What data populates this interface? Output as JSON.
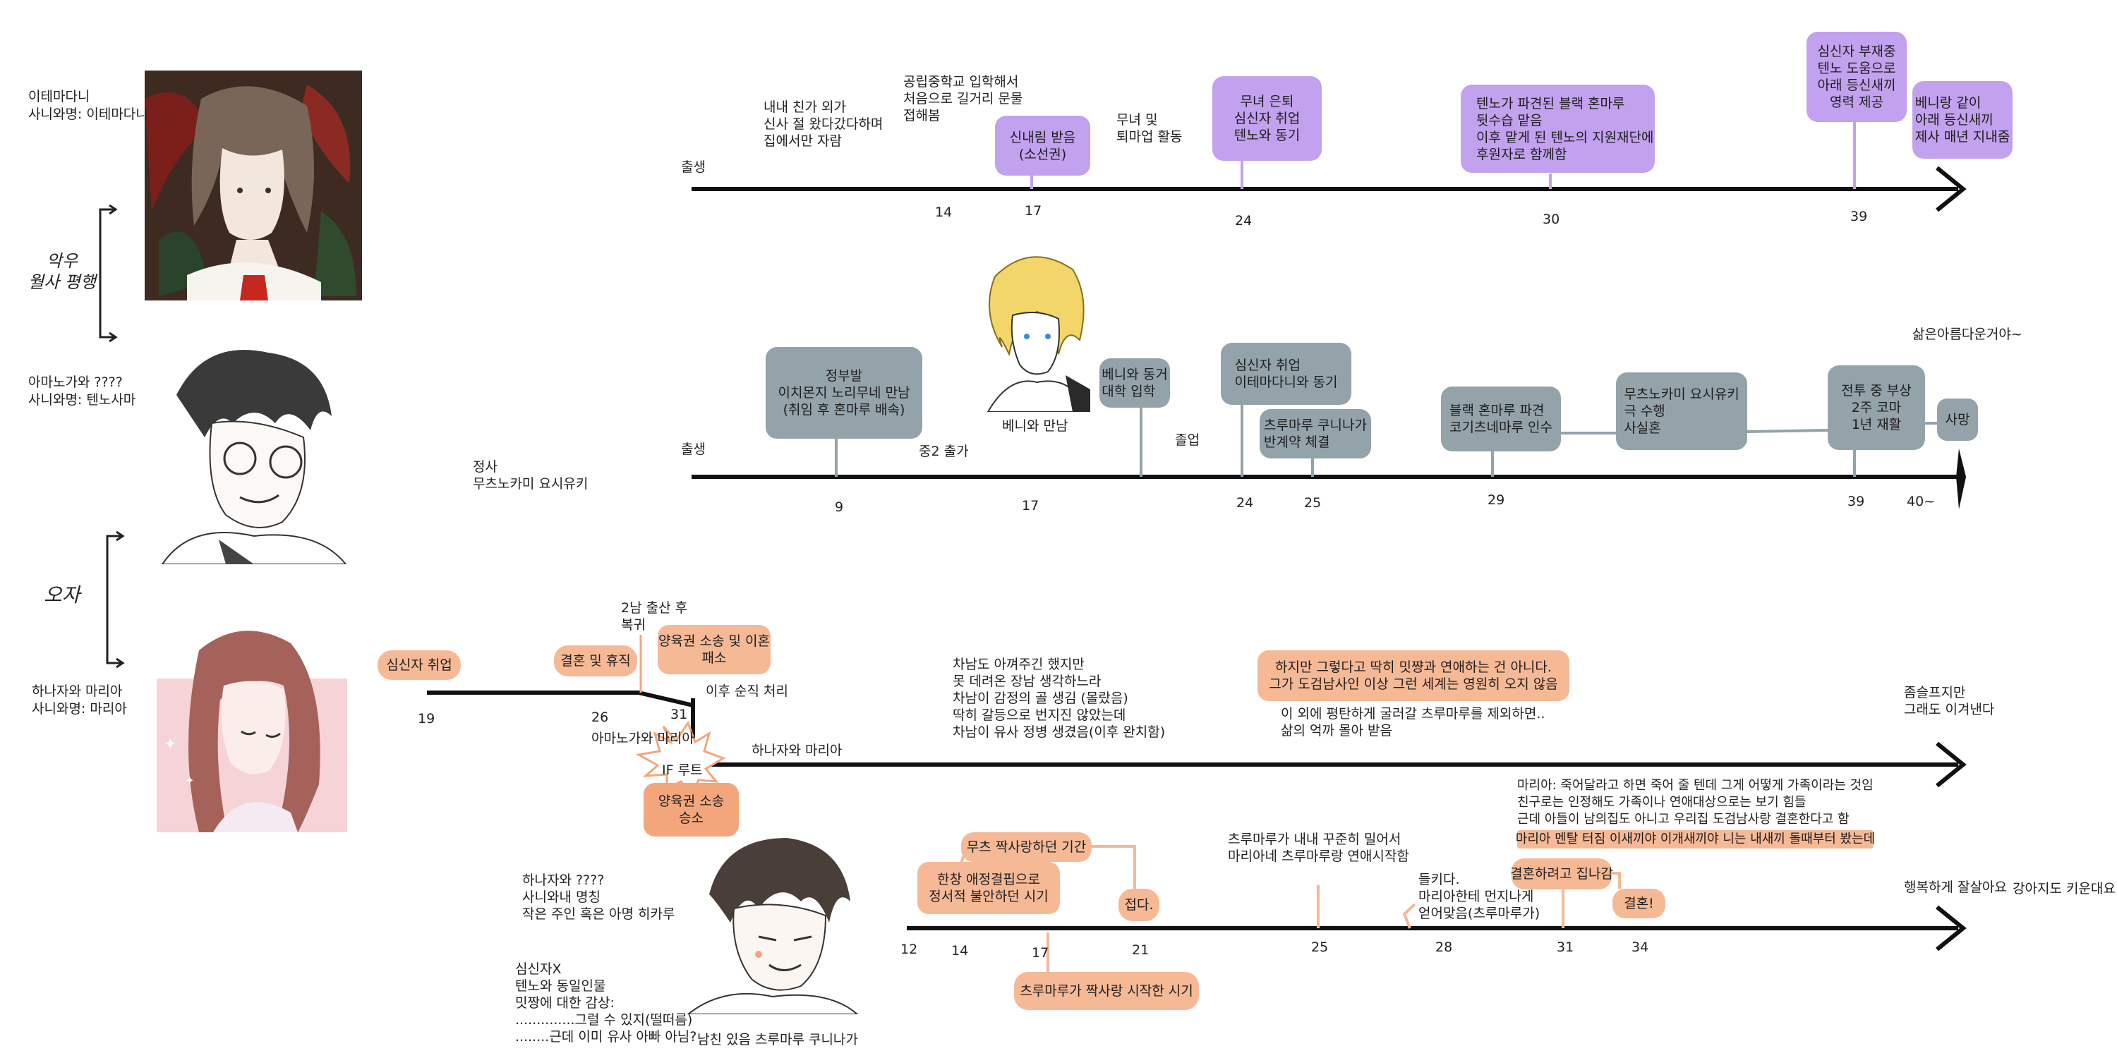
{
  "colors": {
    "purple": "#c2a1ee",
    "gray": "#94a3aa",
    "peach": "#f6b996",
    "peach_dark": "#f3a67c",
    "line": "#111111"
  },
  "characters": {
    "c1": {
      "name": "이테마다니",
      "alias": "사니와명: 이테마다니"
    },
    "c2": {
      "name": "아마노가와 ????",
      "alias": "사니와명: 텐노사마"
    },
    "c3": {
      "name": "하나자와 마리아",
      "alias": "사니와명: 마리아"
    }
  },
  "relations": {
    "upper": "악우\n월사 평행",
    "lower": "오자"
  },
  "tl1": {
    "start": "출생",
    "ticks": [
      "14",
      "17",
      "24",
      "30",
      "39"
    ],
    "notes": [
      "내내 친가 외가\n신사 절 왔다갔다하며\n집에서만 자람",
      "공립중학교 입학해서\n처음으로 길거리 문물\n접해봄",
      "무녀 및\n퇴마업 활동"
    ],
    "boxes": [
      "신내림 받음\n(소선권)",
      "무녀 은퇴\n심신자 취업\n텐노와 동기",
      "텐노가 파견된 블랙 혼마루\n뒷수습 맡음\n이후 맡게 된 텐노의 지원재단에\n후원자로 함께함",
      "심신자 부재중\n텐노 도움으로\n아래 등신새끼\n영력 제공",
      "베니랑 같이\n아래 등신새끼\n제사 매년 지내줌"
    ]
  },
  "tl2": {
    "start": "출생",
    "label": "정사\n무츠노카미 요시유키",
    "ticks": [
      "9",
      "17",
      "24",
      "25",
      "29",
      "39",
      "40~"
    ],
    "notes": [
      "중2 출가",
      "베니와 만남",
      "졸업",
      "삶은아름다운거야~"
    ],
    "boxes": [
      "정부발\n이치몬지 노리무네 만남\n(취임 후 혼마루 배속)",
      "베니와 동거\n대학 입학",
      "심신자 취업\n이테마다니와 동기",
      "츠루마루 쿠니나가\n반계약 체결",
      "블랙 혼마루 파견\n코기츠네마루 인수",
      "무츠노카미 요시유키\n극 수행\n사실혼",
      "전투 중 부상\n2주 코마\n1년 재활",
      "사망"
    ]
  },
  "tl3": {
    "ticks": [
      "19",
      "26",
      "31"
    ],
    "label": "하나자와 마리아",
    "notes": [
      "2남 출산 후\n복귀",
      "이후 순직 처리",
      "아마노가와 마리아",
      "IF 루트",
      "차남도 아껴주긴 했지만\n못 데려온 장남 생각하느라\n차남이 감정의 골 생김 (몰랐음)\n딱히 갈등으로 번지진 않았는데\n차남이 유사 정병 생겼음(이후 완치함)",
      "이 외에 평탄하게 굴러갈 츠루마루를 제외하면..\n삶의 억까 몰아 받음",
      "좀슬프지만\n그래도 이겨낸다"
    ],
    "boxes": [
      "심신자 취업",
      "결혼 및 휴직",
      "양육권 소송 및 이혼\n패소",
      "양육권 소송\n승소",
      "하지만 그렇다고 딱히 밋쨩과 연애하는 건 아니다.\n그가 도검남사인 이상 그런 세계는 영원히 오지 않음"
    ]
  },
  "tl4": {
    "ticks": [
      "12",
      "14",
      "17",
      "21",
      "25",
      "28",
      "31",
      "34"
    ],
    "person": "하나자와 ????\n사니와내 명칭\n작은 주인 혹은 아명 히카루",
    "person2": "심신자X\n텐노와 동일인물\n밋짱에 대한 감상:\n..............그럴 수 있지(떨떠름)\n........근데 이미 유사 아빠 아님?",
    "caption": "남친 있음 츠루마루 쿠니나가",
    "notes": [
      "츠루마루가 내내 꾸준히 밀어서\n마리아네 츠루마루랑 연애시작함",
      "들키다.\n마리아한테 먼지나게\n얻어맞음(츠루마루가)",
      "마리아: 죽어달라고 하면 죽어 줄 텐데 그게 어떻게 가족이라는 것임\n친구로는 인정해도 가족이나 연애대상으로는 보기 힘들\n근데 아들이 남의집도 아니고 우리집 도검남사랑 결혼한다고 함",
      "행복하게 잘살아요",
      "강아지도 키운대요"
    ],
    "boxes": [
      "무츠 짝사랑하던 기간",
      "한창 애정결핍으로\n정서적 불안하던 시기",
      "접다.",
      "츠루마루가 짝사랑 시작한 시기",
      "결혼하려고 집나감",
      "결혼!"
    ],
    "highlight": "마리아 멘탈 터짐 이새끼야 이개새끼야 니는 내새끼 돌때부터 봤는데"
  }
}
